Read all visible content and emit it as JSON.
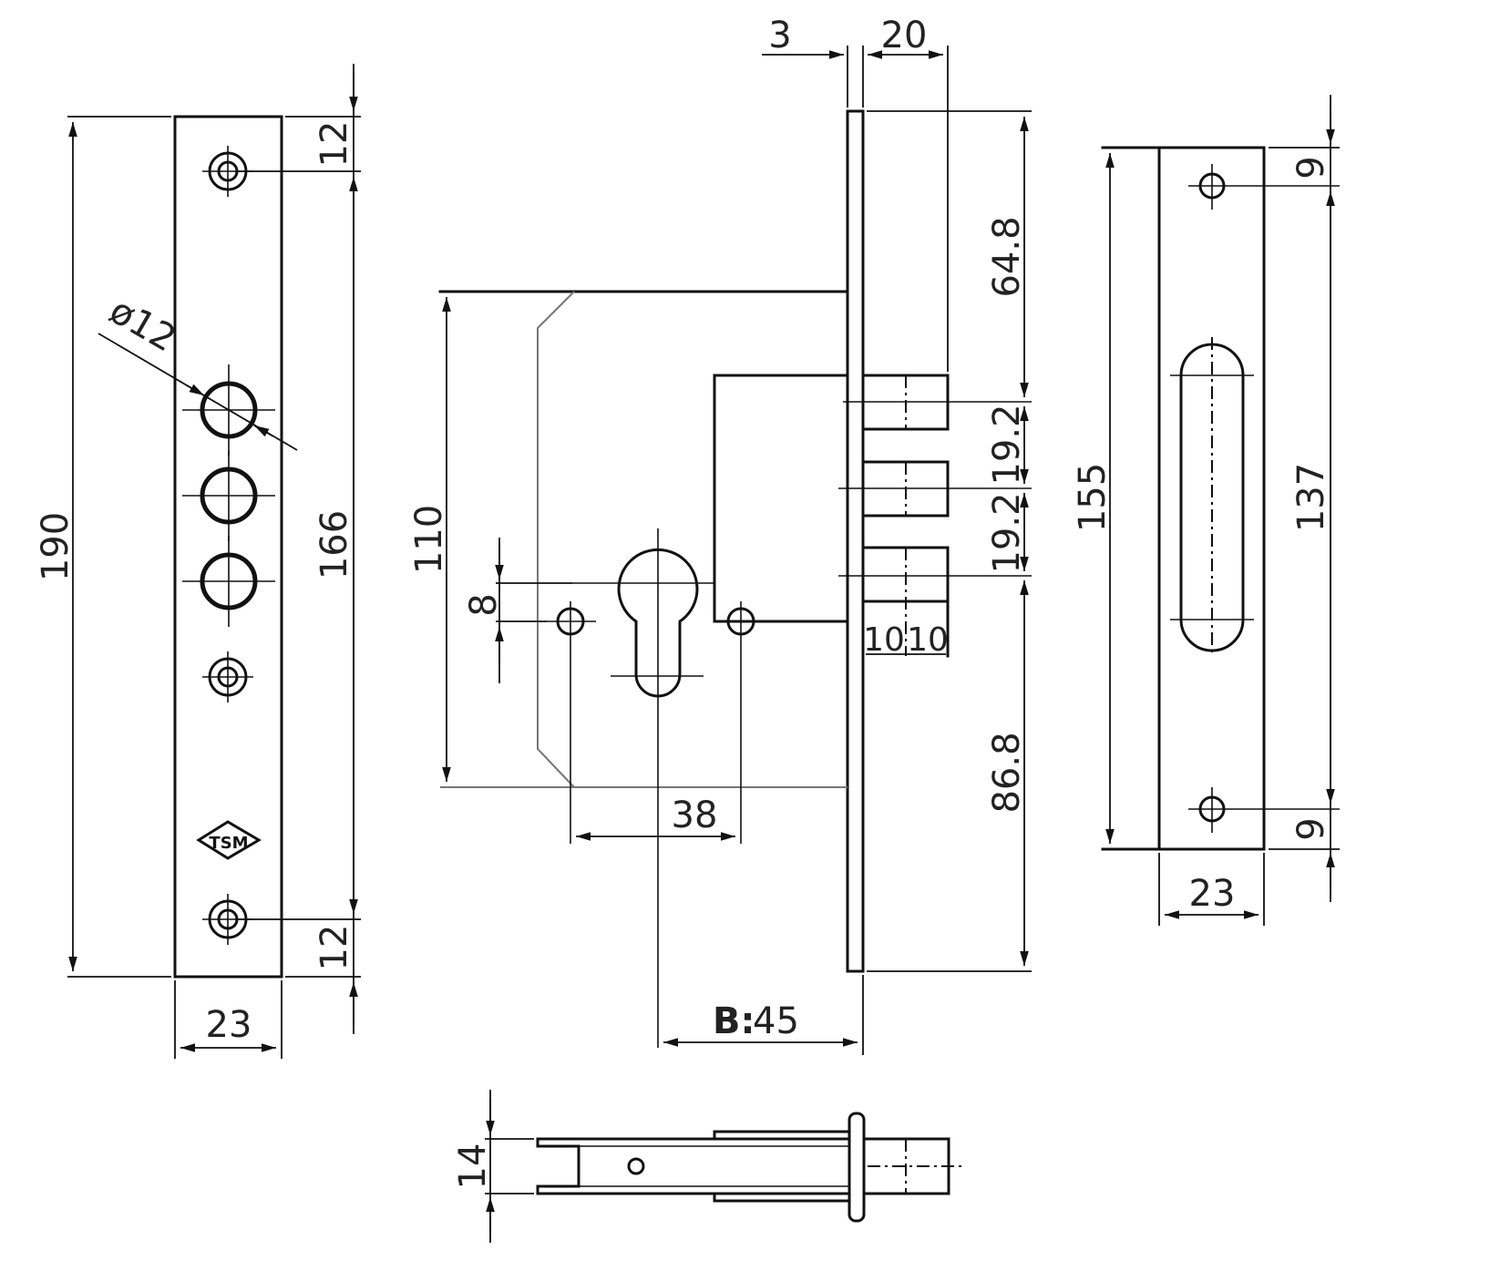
{
  "dimensions": {
    "front_plate_height": "190",
    "front_plate_width": "23",
    "front_top_offset": "12",
    "front_bottom_offset": "12",
    "front_screw_spacing": "166",
    "hole_diameter": "ø12",
    "faceplate_thickness": "3",
    "bolt_throw": "20",
    "top_to_bolt": "64.8",
    "bolt_spacing_1": "19.2",
    "bolt_spacing_2": "19.2",
    "bottom_to_bolt": "86.8",
    "case_height": "110",
    "cylinder_offset": "8",
    "screw_spacing_case": "38",
    "bolt_width_1": "10",
    "bolt_width_2": "10",
    "backset_prefix": "B:",
    "backset_value": "45",
    "strike_height": "155",
    "strike_hole_spacing": "137",
    "strike_top_offset": "9",
    "strike_bottom_offset": "9",
    "strike_width": "23",
    "bottom_view_thickness": "14"
  },
  "logo": "TSM"
}
